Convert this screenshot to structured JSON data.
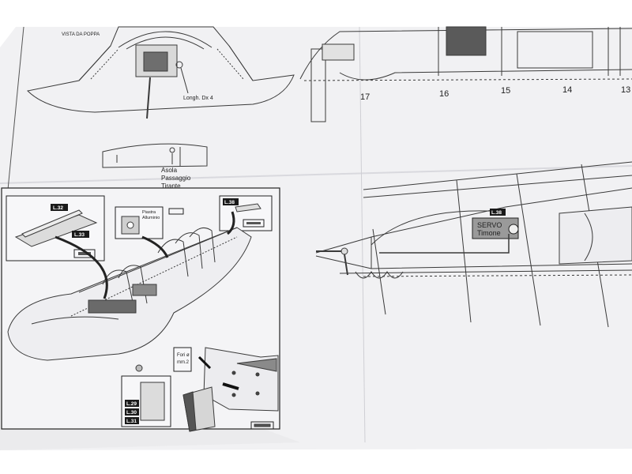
{
  "labels": {
    "stern_view": "VISTA DA POPPA",
    "length": "Longh. Dx 4",
    "slot_1": "Asola",
    "slot_2": "Passaggio",
    "slot_3": "Tirante",
    "plate_1": "Piastra",
    "plate_2": "Alluminio",
    "hole_1": "Fori ø",
    "hole_2": "mm.2",
    "servo_1": "SERVO",
    "servo_2": "Timone"
  },
  "stations": [
    "17",
    "16",
    "15",
    "14",
    "13"
  ],
  "part_tags": {
    "l32": "L.32",
    "l33": "L.33",
    "l38_top": "L.38",
    "l29": "L.29",
    "l30": "L.30",
    "l31": "L.31",
    "l38_servo": "L.38"
  },
  "colors": {
    "paper": "#f1f1f3",
    "line": "#3a3a3a",
    "tag": "#1a1a1a",
    "servo_box": "#9a9a9a",
    "background": "#ffffff"
  }
}
